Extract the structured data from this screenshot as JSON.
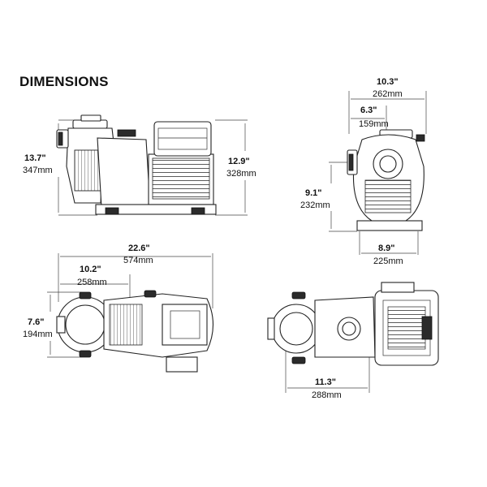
{
  "title": "DIMENSIONS",
  "views": {
    "side": {
      "height_in": "13.7\"",
      "height_mm": "347mm",
      "motor_height_in": "12.9\"",
      "motor_height_mm": "328mm"
    },
    "front": {
      "width_in": "10.3\"",
      "width_mm": "262mm",
      "half_width_in": "6.3\"",
      "half_width_mm": "159mm",
      "height_in": "9.1\"",
      "height_mm": "232mm",
      "base_in": "8.9\"",
      "base_mm": "225mm"
    },
    "top": {
      "length_in": "22.6\"",
      "length_mm": "574mm",
      "partial_in": "10.2\"",
      "partial_mm": "258mm",
      "width_in": "7.6\"",
      "width_mm": "194mm"
    },
    "bottom": {
      "length_in": "11.3\"",
      "length_mm": "288mm"
    }
  }
}
